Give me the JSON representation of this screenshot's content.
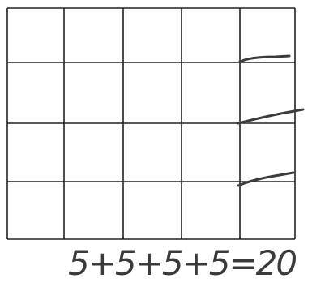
{
  "grid": {
    "rows": 4,
    "columns": 5,
    "hand_marks": 3
  },
  "equation": {
    "text": "5+5+5+5=20"
  },
  "colors": {
    "grid": "#222222",
    "handwriting": "#3b3b3b",
    "background": "#ffffff"
  }
}
